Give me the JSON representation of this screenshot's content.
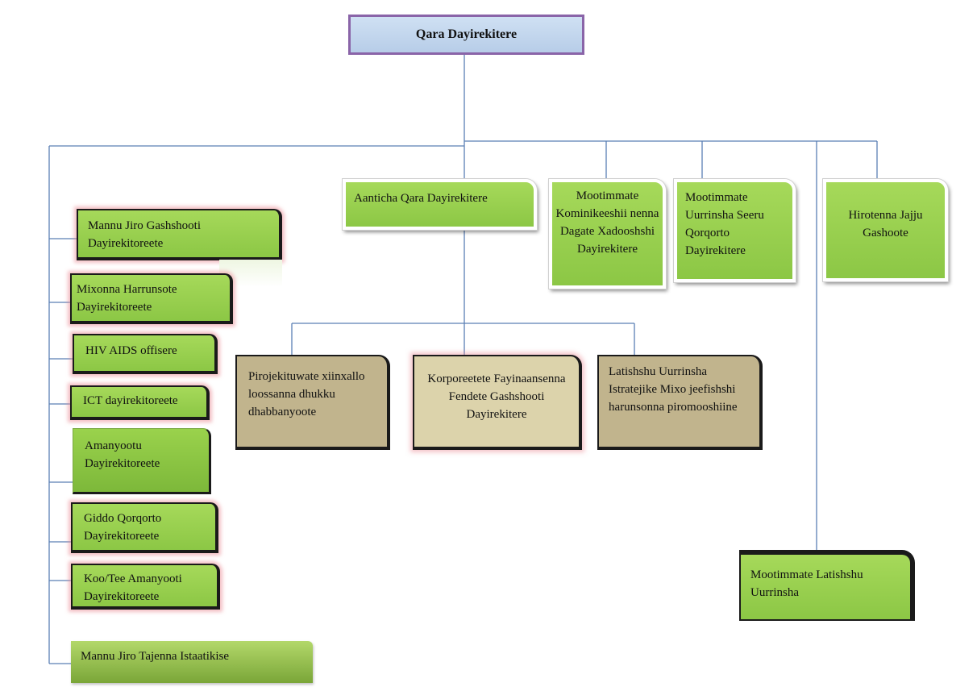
{
  "chart_title": "Qara Dayirekitere",
  "deputy": "Aanticha Qara Dayirekitere",
  "top_units": [
    "Mootimmate Kominikeeshii nenna Dagate Xadooshshi Dayirekitere",
    "Mootimmate Uurrinsha Seeru Qorqorto Dayirekitere",
    "Hirotenna Jajju Gashoote"
  ],
  "left_units": [
    "Mannu Jiro Gashshooti Dayirekitoreete",
    "Mixonna Harrunsote Dayirekitoreete",
    "HIV AIDS offisere",
    "ICT dayirekitoreete",
    "Amanyootu Dayirekitoreete",
    "Giddo Qorqorto Dayirekitoreete",
    "Koo/Tee Amanyooti Dayirekitoreete",
    "Mannu Jiro Tajenna Istaatikise"
  ],
  "sub_units": [
    "Pirojekituwate xiinxallo loossanna dhukku dhabbanyoote",
    "Korporeetete Fayinaansenna Fendete Gashshooti Dayirekitere",
    "Latishshu Uurrinsha Istratejike Mixo jeefishshi harunsonna piromooshiine"
  ],
  "right_bottom_unit": "Mootimmate Latishshu Uurrinsha",
  "line_color": "#5b7fb5"
}
